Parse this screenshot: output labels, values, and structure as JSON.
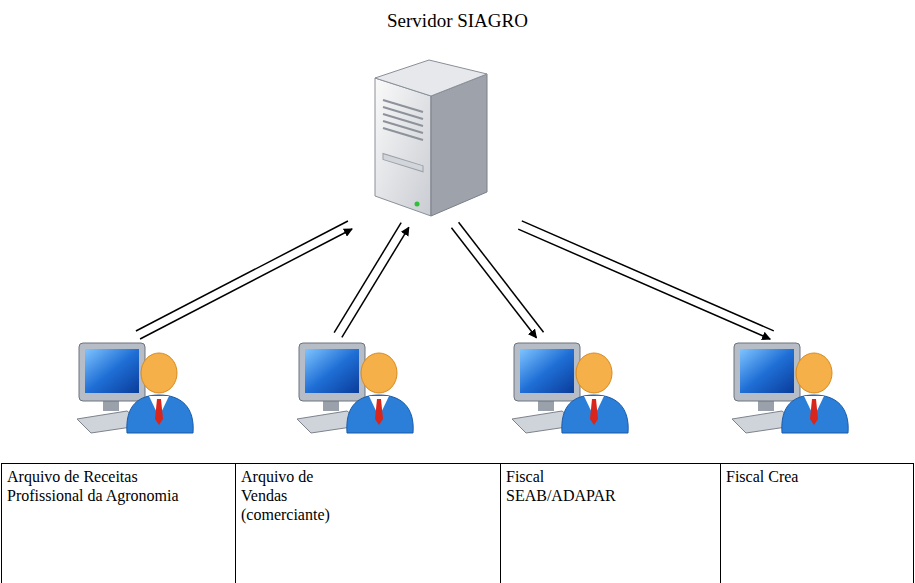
{
  "diagram": {
    "nodes": [
      {
        "text": [
          "Servidor SIAGRO"
        ]
      },
      {
        "text": [
          "Arquivo de Receitas Profissional da Agronomia"
        ]
      },
      {
        "text": [
          "Arquivo de Vendas (comerciante)"
        ]
      },
      {
        "text": [
          "Fiscal SEAB/ADAPAR"
        ]
      },
      {
        "text": [
          "Fiscal Crea"
        ]
      }
    ],
    "edges": [
      {
        "from": 1,
        "to": 0,
        "arrow": "to"
      },
      {
        "from": 2,
        "to": 0,
        "arrow": "to"
      },
      {
        "from": 0,
        "to": 3,
        "arrow": "to"
      },
      {
        "from": 0,
        "to": 4,
        "arrow": "to"
      }
    ]
  }
}
